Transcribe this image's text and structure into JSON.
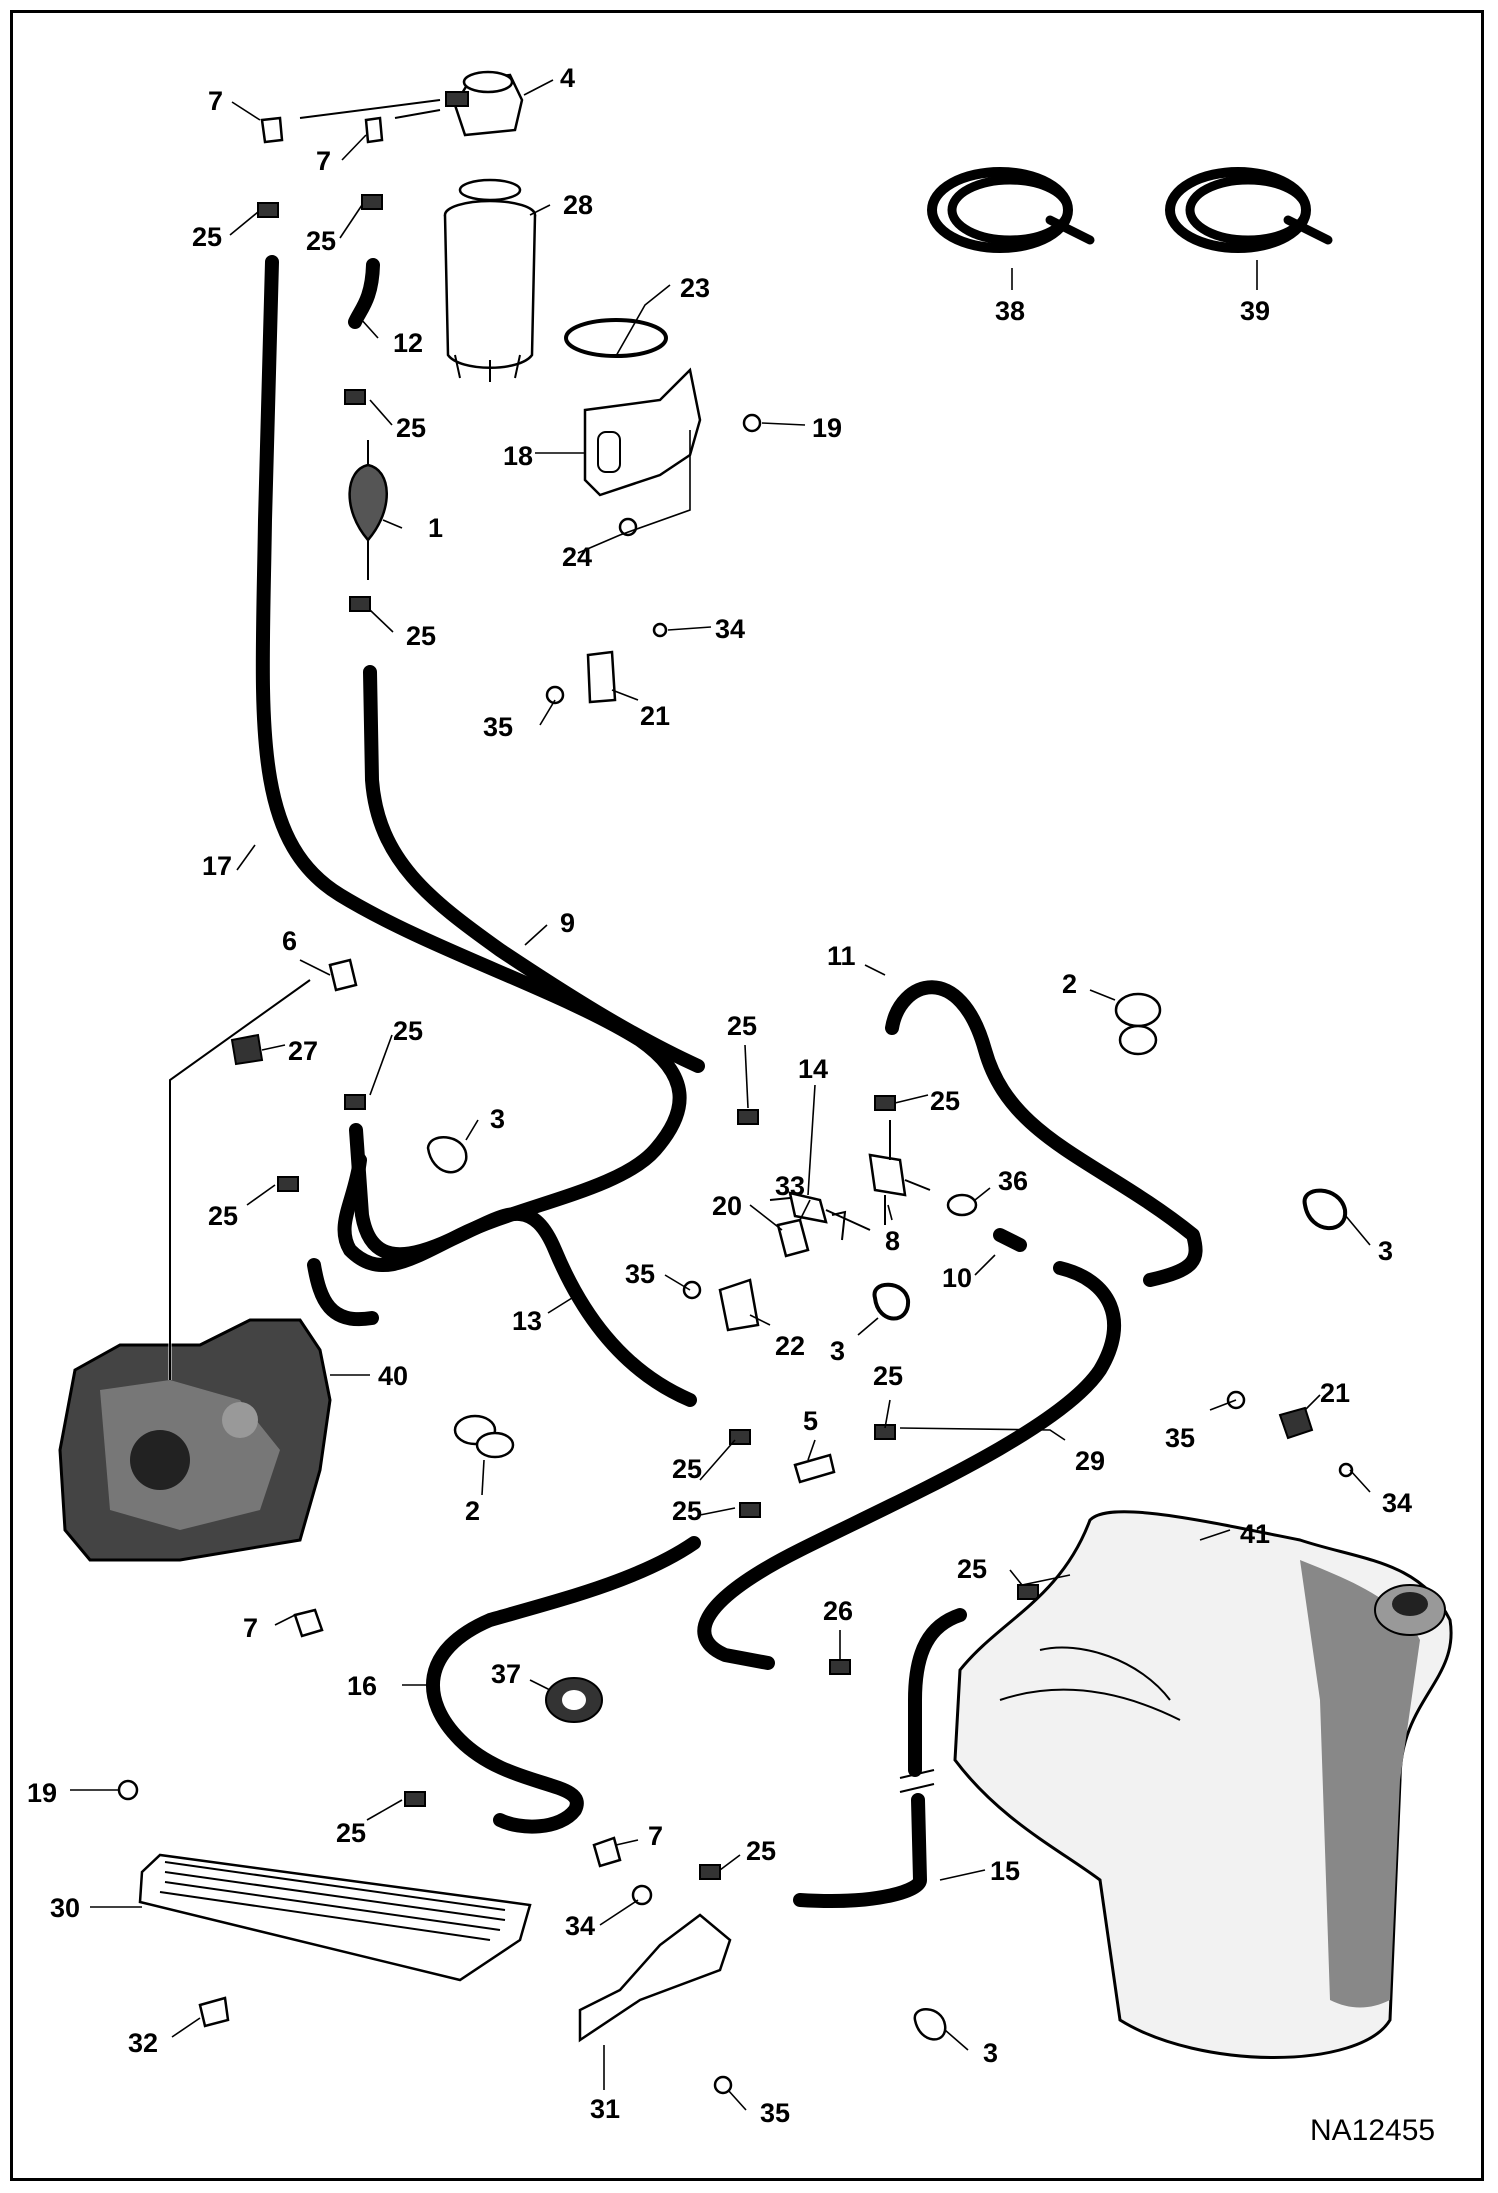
{
  "figure_code": "NA12455",
  "callouts": [
    {
      "part_number": "7"
    },
    {
      "part_number": "4"
    },
    {
      "part_number": "7"
    },
    {
      "part_number": "25"
    },
    {
      "part_number": "25"
    },
    {
      "part_number": "28"
    },
    {
      "part_number": "12"
    },
    {
      "part_number": "23"
    },
    {
      "part_number": "25"
    },
    {
      "part_number": "19"
    },
    {
      "part_number": "18"
    },
    {
      "part_number": "1"
    },
    {
      "part_number": "24"
    },
    {
      "part_number": "25"
    },
    {
      "part_number": "34"
    },
    {
      "part_number": "35"
    },
    {
      "part_number": "21"
    },
    {
      "part_number": "38"
    },
    {
      "part_number": "39"
    },
    {
      "part_number": "17"
    },
    {
      "part_number": "9"
    },
    {
      "part_number": "6"
    },
    {
      "part_number": "11"
    },
    {
      "part_number": "2"
    },
    {
      "part_number": "27"
    },
    {
      "part_number": "25"
    },
    {
      "part_number": "25"
    },
    {
      "part_number": "14"
    },
    {
      "part_number": "25"
    },
    {
      "part_number": "3"
    },
    {
      "part_number": "36"
    },
    {
      "part_number": "33"
    },
    {
      "part_number": "25"
    },
    {
      "part_number": "20"
    },
    {
      "part_number": "8"
    },
    {
      "part_number": "3"
    },
    {
      "part_number": "35"
    },
    {
      "part_number": "10"
    },
    {
      "part_number": "13"
    },
    {
      "part_number": "22"
    },
    {
      "part_number": "3"
    },
    {
      "part_number": "40"
    },
    {
      "part_number": "25"
    },
    {
      "part_number": "21"
    },
    {
      "part_number": "5"
    },
    {
      "part_number": "35"
    },
    {
      "part_number": "29"
    },
    {
      "part_number": "2"
    },
    {
      "part_number": "25"
    },
    {
      "part_number": "34"
    },
    {
      "part_number": "25"
    },
    {
      "part_number": "41"
    },
    {
      "part_number": "25"
    },
    {
      "part_number": "26"
    },
    {
      "part_number": "16"
    },
    {
      "part_number": "37"
    },
    {
      "part_number": "7"
    },
    {
      "part_number": "19"
    },
    {
      "part_number": "7"
    },
    {
      "part_number": "25"
    },
    {
      "part_number": "25"
    },
    {
      "part_number": "15"
    },
    {
      "part_number": "30"
    },
    {
      "part_number": "34"
    },
    {
      "part_number": "32"
    },
    {
      "part_number": "31"
    },
    {
      "part_number": "3"
    },
    {
      "part_number": "35"
    }
  ]
}
